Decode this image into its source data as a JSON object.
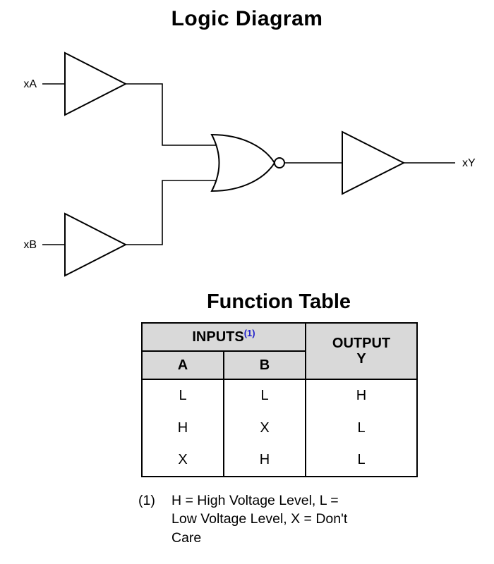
{
  "diagram": {
    "title": "Logic Diagram",
    "input_a_label": "xA",
    "input_b_label": "xB",
    "output_label": "xY"
  },
  "function_table": {
    "title": "Function Table",
    "header": {
      "inputs_label": "INPUTS",
      "inputs_footnote_ref": "(1)",
      "col_a": "A",
      "col_b": "B",
      "output_line1": "OUTPUT",
      "output_line2": "Y"
    },
    "rows": [
      {
        "a": "L",
        "b": "L",
        "y": "H"
      },
      {
        "a": "H",
        "b": "X",
        "y": "L"
      },
      {
        "a": "X",
        "b": "H",
        "y": "L"
      }
    ],
    "footnote": {
      "ref": "(1)",
      "text": "H = High Voltage Level, L = Low Voltage Level, X = Don't Care"
    }
  },
  "colors": {
    "footnote_link_blue": "#2222cc",
    "table_header_bg": "#d9d9d9",
    "line_color": "#000000",
    "background": "#ffffff"
  }
}
